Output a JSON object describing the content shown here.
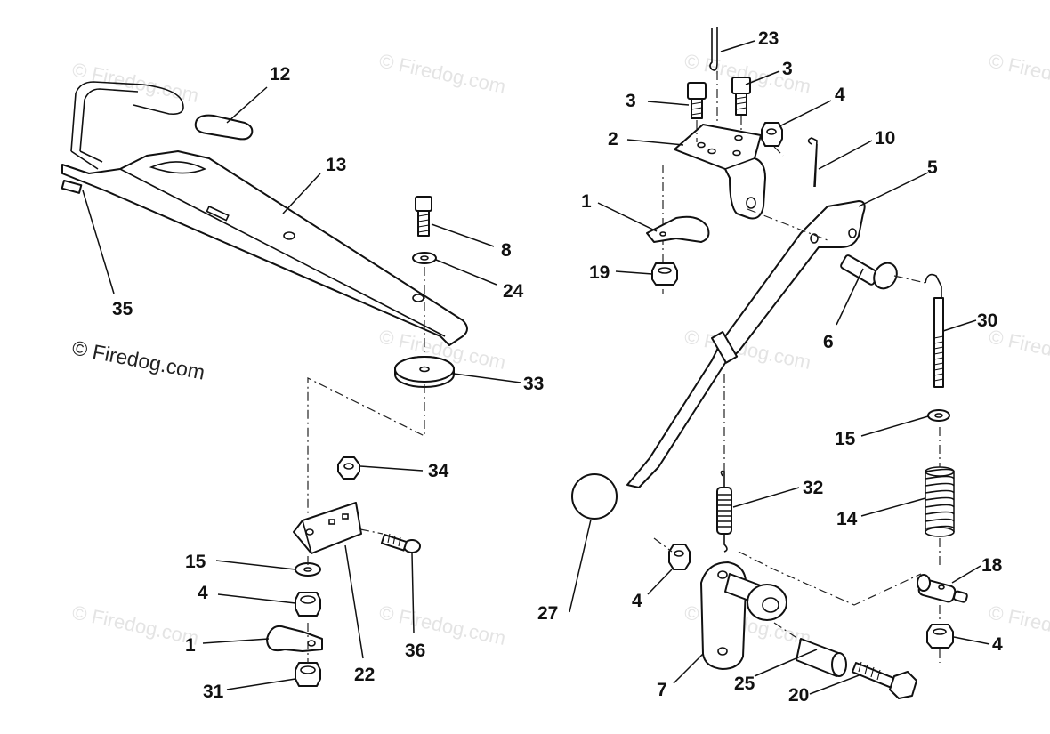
{
  "copyright": "© Firedog.com",
  "watermark": "© Firedog.com",
  "callouts": {
    "c1a": "1",
    "c1b": "1",
    "c2": "2",
    "c3a": "3",
    "c3b": "3",
    "c4a": "4",
    "c4b": "4",
    "c4c": "4",
    "c4d": "4",
    "c5": "5",
    "c6": "6",
    "c7": "7",
    "c8": "8",
    "c10": "10",
    "c12": "12",
    "c13": "13",
    "c14": "14",
    "c15a": "15",
    "c15b": "15",
    "c18": "18",
    "c19": "19",
    "c20": "20",
    "c22": "22",
    "c23": "23",
    "c24": "24",
    "c25": "25",
    "c27": "27",
    "c30": "30",
    "c31": "31",
    "c32": "32",
    "c33": "33",
    "c34": "34",
    "c35": "35",
    "c36": "36"
  }
}
